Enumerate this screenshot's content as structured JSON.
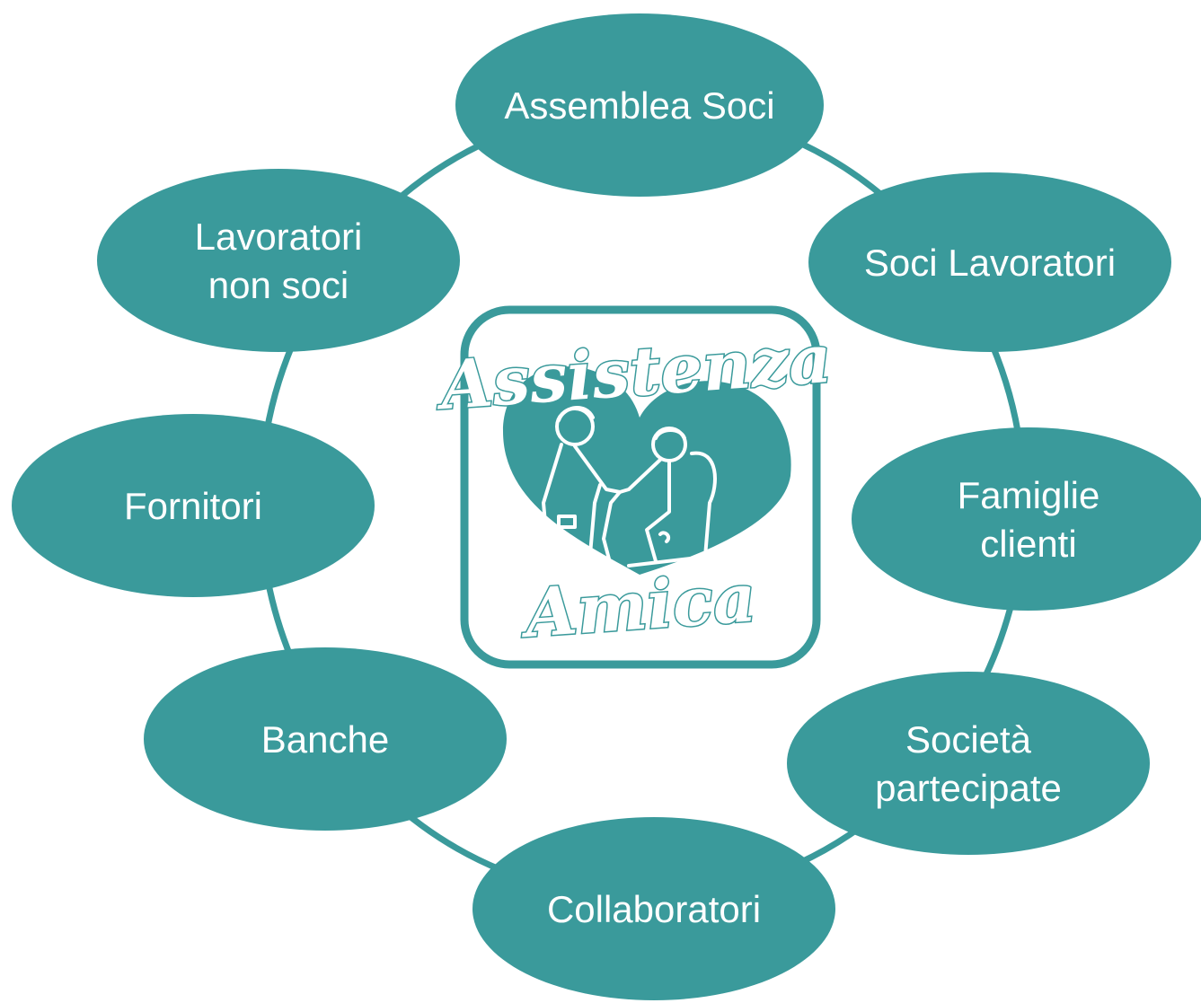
{
  "colors": {
    "accent": "#3a9a9b",
    "background": "#ffffff",
    "text": "#ffffff"
  },
  "center_logo": {
    "name": "Assistenza Amica logo",
    "word_top": "Assistenza",
    "word_bottom": "Amica"
  },
  "nodes": [
    {
      "id": "assemblea-soci",
      "lines": [
        "Assemblea Soci"
      ]
    },
    {
      "id": "soci-lavoratori",
      "lines": [
        "Soci Lavoratori"
      ]
    },
    {
      "id": "famiglie-clienti",
      "lines": [
        "Famiglie",
        "clienti"
      ]
    },
    {
      "id": "societa-partecipate",
      "lines": [
        "Società",
        "partecipate"
      ]
    },
    {
      "id": "collaboratori",
      "lines": [
        "Collaboratori"
      ]
    },
    {
      "id": "banche",
      "lines": [
        "Banche"
      ]
    },
    {
      "id": "fornitori",
      "lines": [
        "Fornitori"
      ]
    },
    {
      "id": "lavoratori-non-soci",
      "lines": [
        "Lavoratori",
        "non soci"
      ]
    }
  ]
}
